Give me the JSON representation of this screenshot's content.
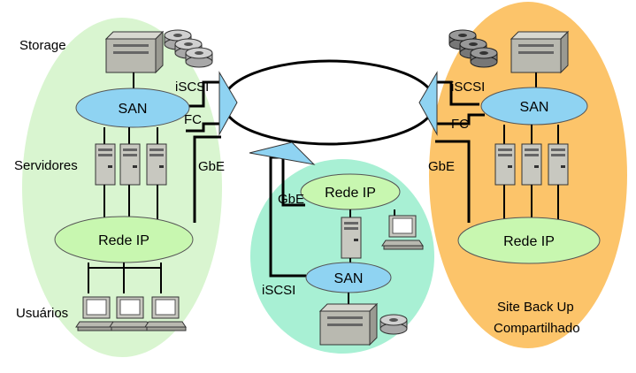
{
  "labels": {
    "storage": "Storage",
    "servidores": "Servidores",
    "usuarios": "Usuários",
    "left_iscsi": "iSCSI",
    "left_fc": "FC",
    "left_gbe": "GbE",
    "left_san": "SAN",
    "left_rede_ip": "Rede IP",
    "mid_gbe": "GbE",
    "mid_rede_ip": "Rede IP",
    "mid_san": "SAN",
    "mid_iscsi": "iSCSI",
    "right_iscsi": "iSCSI",
    "right_fc": "FC",
    "right_gbe": "GbE",
    "right_san": "SAN",
    "right_rede_ip": "Rede IP",
    "site_line1": "Site Back Up",
    "site_line2": "Compartilhado"
  },
  "colors": {
    "left_site": "#d9f5d0",
    "mid_site": "#a8f0d4",
    "right_site": "#fcc46a",
    "san": "#8fd3f2",
    "rede_ip": "#c8f7b0",
    "arrow": "#8fd3f2",
    "device": "#b9b9b0",
    "disk": "#a8a8a8"
  }
}
